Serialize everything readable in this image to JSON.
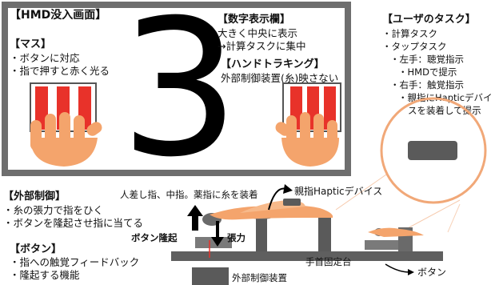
{
  "hmd_panel": {
    "title": "【HMD没入画面】",
    "number": "3",
    "mass": {
      "header": "【マス】",
      "lines": [
        "・ボタンに対応",
        "・指で押すと赤く光る"
      ]
    },
    "number_area": {
      "header": "【数字表示欄】",
      "lines": [
        "大きく中央に表示",
        "→計算タスクに集中"
      ]
    },
    "hand_tracking": {
      "header": "【ハンドトラキング】",
      "lines": [
        "外部制御装置(糸)映さない"
      ]
    }
  },
  "user_task": {
    "header": "【ユーザのタスク】",
    "lines": [
      "・計算タスク",
      "・タップタスク",
      "・左手：聴覚指示",
      "・HMDで提示",
      "・右手：触覚指示",
      "・親指にHapticデバイ",
      "スを装着して提示"
    ]
  },
  "external_control": {
    "header": "【外部制御】",
    "lines": [
      "・糸の張力で指をひく",
      "・ボタンを隆起させ指に当てる"
    ]
  },
  "button_info": {
    "header": "【ボタン】",
    "lines": [
      "・指への触覚フィードバック",
      "・隆起する機能"
    ]
  },
  "device_labels": {
    "string_attach": "人差し指、中指。薬指に糸を装着",
    "thumb_haptic": "親指Hapticデバイス",
    "button_raise": "ボタン隆起",
    "tension": "張力",
    "wrist_base": "手首固定台",
    "button": "ボタン",
    "external_device": "外部制御装置"
  },
  "colors": {
    "frame": "#6e6e6e",
    "red": "#e8322a",
    "skin": "#f4a46c",
    "skin_light": "#f7b98a",
    "device_gray": "#5a5a5a",
    "circle": "#f1a878"
  }
}
